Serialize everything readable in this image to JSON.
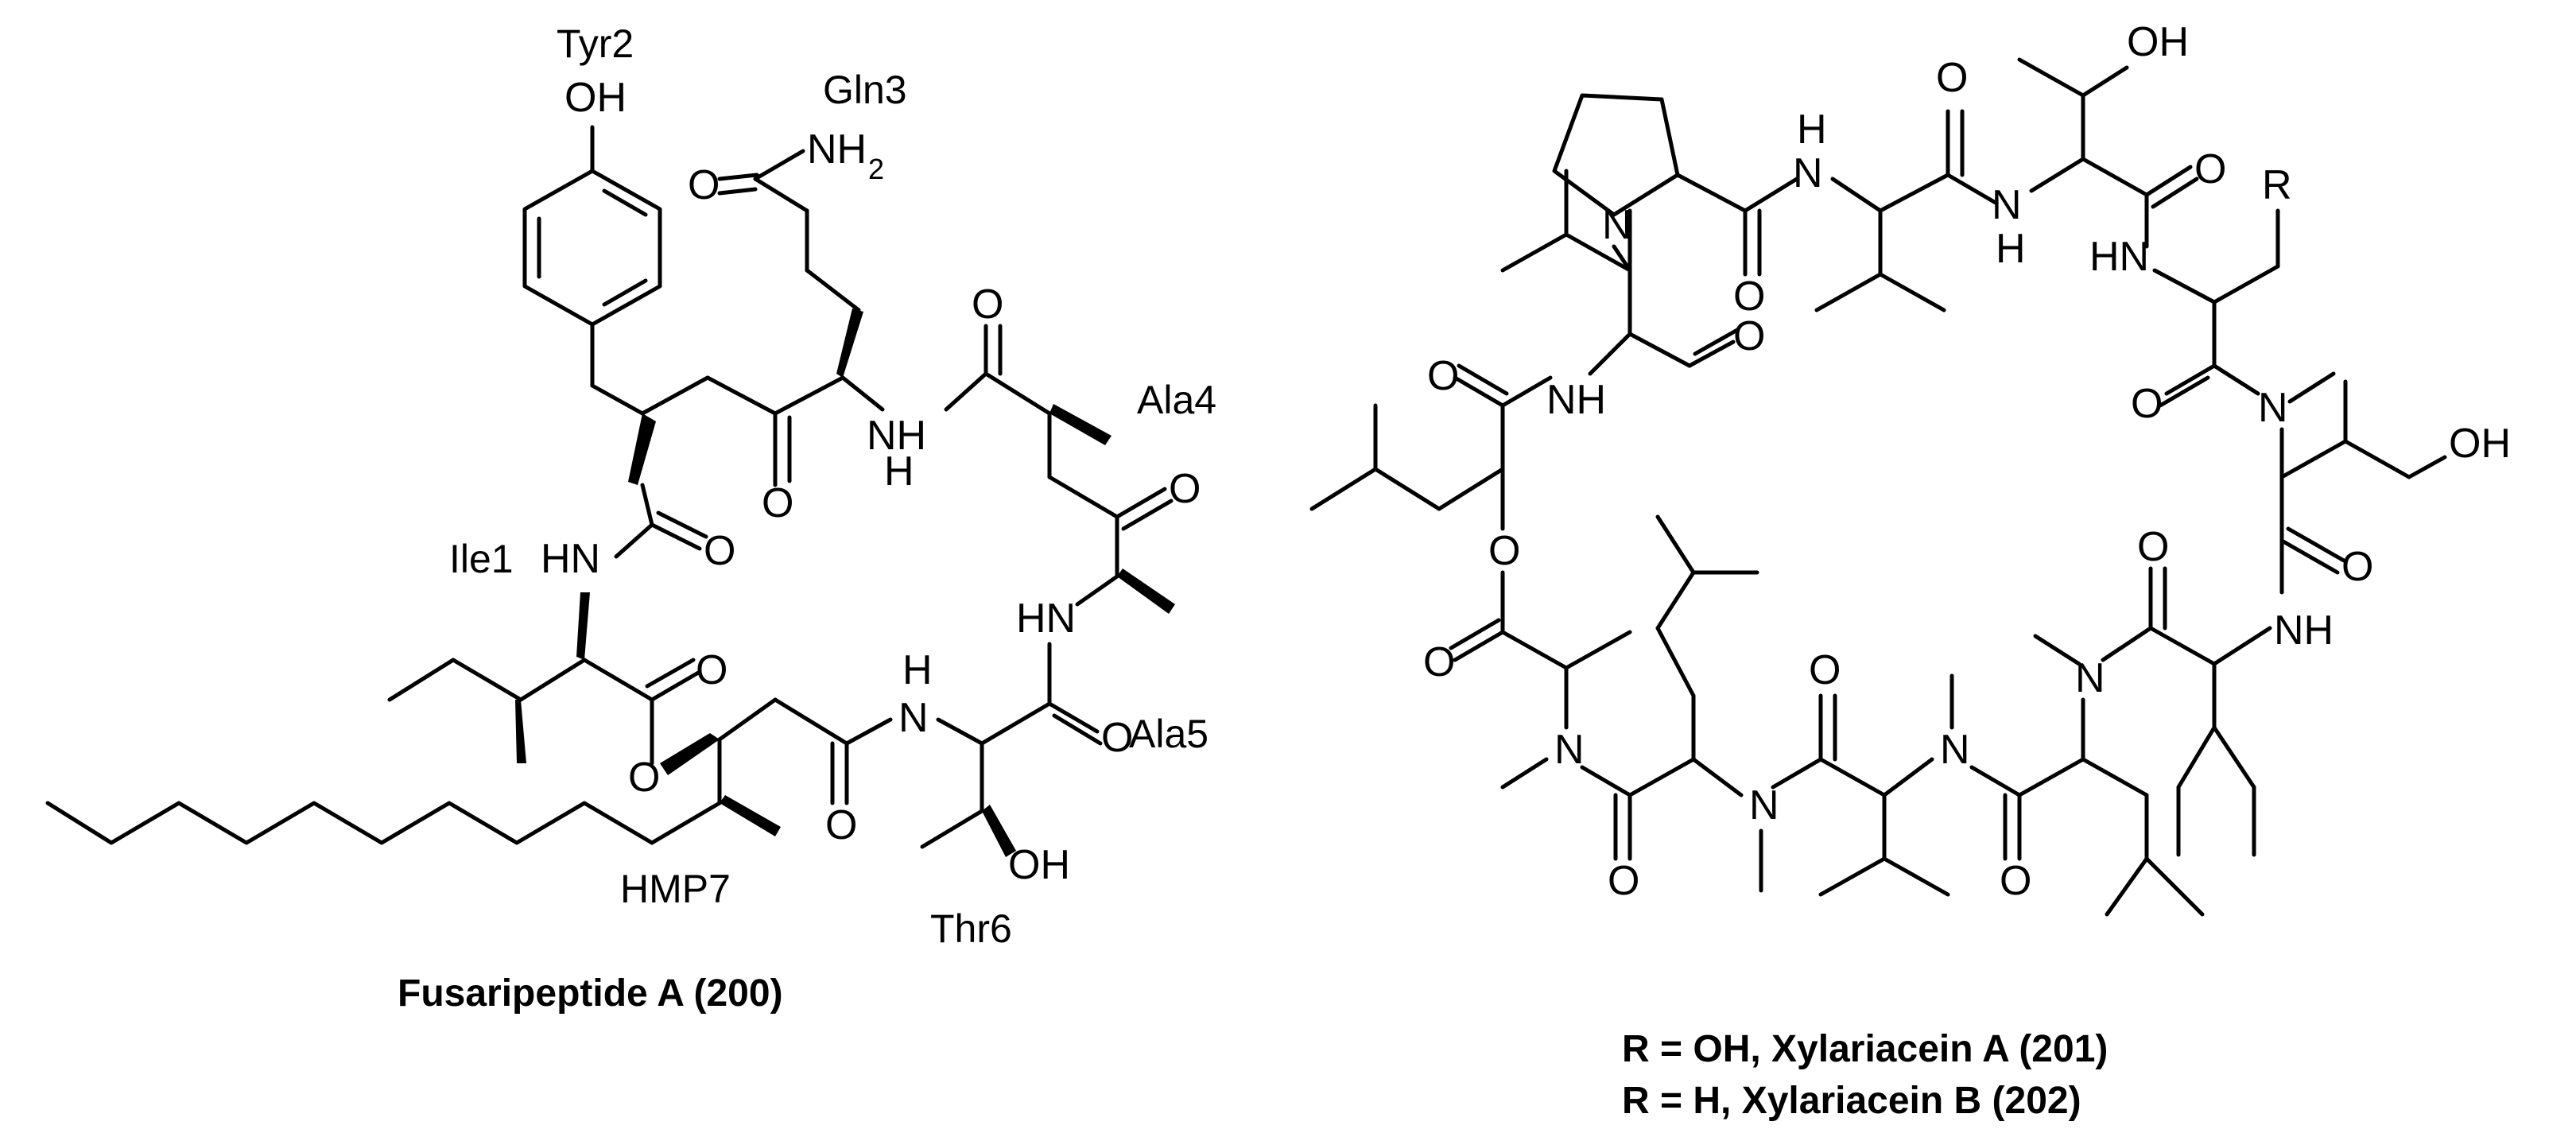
{
  "left_molecule": {
    "residue_labels": {
      "ile1": "Ile1",
      "tyr2": "Tyr2",
      "gln3": "Gln3",
      "ala4": "Ala4",
      "ala5": "Ala5",
      "thr6": "Thr6",
      "hmp7": "HMP7"
    },
    "caption": "Fusaripeptide A (200)"
  },
  "right_molecule": {
    "substituent_label": "R",
    "caption_line_1": "R = OH, Xylariacein A (201)",
    "caption_line_2": "R = H, Xylariacein B (202)"
  },
  "atom_labels": {
    "oh": "OH",
    "o": "O",
    "nh": "NH",
    "hn": "HN",
    "n": "N",
    "h": "H",
    "nh2_main": "NH",
    "nh2_sub": "2"
  }
}
